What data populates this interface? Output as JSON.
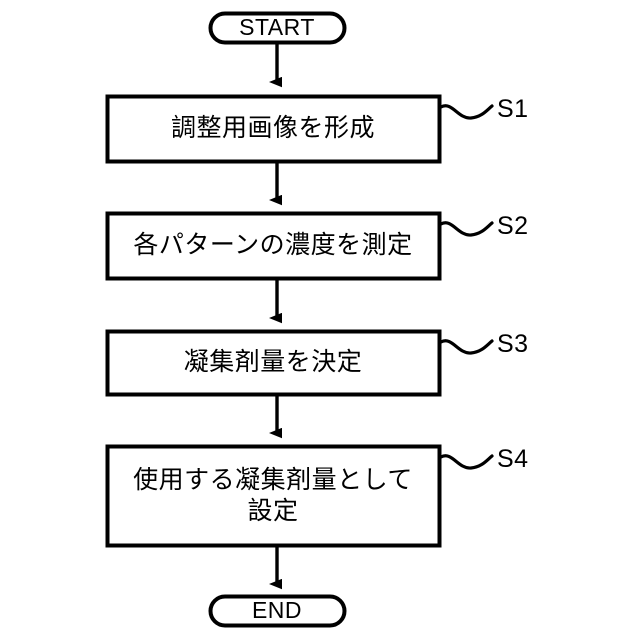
{
  "diagram": {
    "type": "flowchart",
    "orientation": "vertical",
    "background_color": "#ffffff",
    "stroke_color": "#000000",
    "nodes": [
      {
        "id": "start",
        "shape": "terminal",
        "label": "START"
      },
      {
        "id": "s1",
        "shape": "process",
        "label": "調整用画像を形成",
        "step": "S1"
      },
      {
        "id": "s2",
        "shape": "process",
        "label": "各パターンの濃度を測定",
        "step": "S2"
      },
      {
        "id": "s3",
        "shape": "process",
        "label": "凝集剤量を決定",
        "step": "S3"
      },
      {
        "id": "s4",
        "shape": "process",
        "label": "使用する凝集剤量として\n設定",
        "step": "S4"
      },
      {
        "id": "end",
        "shape": "terminal",
        "label": "END"
      }
    ]
  }
}
